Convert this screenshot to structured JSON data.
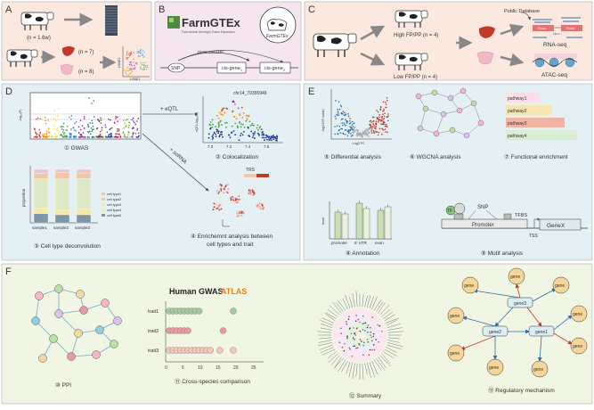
{
  "panels": {
    "A": {
      "letter": "A",
      "n_total": "(n = 1.6w)",
      "n_liver": "(n = 7)",
      "n_udder": "(n = 8)",
      "tsne_x": "t-SNE1",
      "tsne_y": "t-SNE2"
    },
    "B": {
      "letter": "B",
      "logo_title": "FarmGTEx",
      "logo_subtitle": "Farm Animal Genotype-Tissue Expression",
      "badge_text": "FarmGTEx",
      "distance_label": "Distance≤1Mb",
      "snp": "SNP",
      "cis_gene_1": "cis-gene",
      "cis_gene_2": "cis-gene",
      "sub_1": "1",
      "sub_2": "2"
    },
    "C": {
      "letter": "C",
      "high_group": "High FP/PP (n = 4)",
      "low_group": "Low FP/PP (n = 4)",
      "public_db": "Public Database",
      "exon_left": "Exon",
      "intron": "Intron",
      "exon_right": "Exon",
      "rna_seq": "RNA-seq",
      "atac_seq": "ATAC-seq"
    },
    "D": {
      "letter": "D",
      "gwas_label": "① GWAS",
      "gwas_ylabel": "-log₁₀(P)",
      "eqtl_arrow": "+ eQTL",
      "scrna_arrow": "+ scRNA",
      "coloc_peak": "chr14_70355946",
      "coloc_ylabel": "eQTL-log₁₀(P)",
      "coloc_xticks": [
        "7.0",
        "7.2",
        "7.4",
        "7.6"
      ],
      "coloc_label": "② Colocalization",
      "deconv_label": "③ Cell type deconvolution",
      "deconv_ylabel": "proportion",
      "samples": [
        "sample1",
        "sample2",
        "sample3"
      ],
      "cell_types": [
        "cell type1",
        "cell type2",
        "cell type3",
        "cell type4",
        "cell type5"
      ],
      "trs_label": "TRS",
      "enrich_label_1": "④ Enrichemnt analysis between",
      "enrich_label_2": "cell types and  trait"
    },
    "E": {
      "letter": "E",
      "volcano_xlabel": "Log2 FC",
      "volcano_ylabel": "-log⁽10⁾(P-value)",
      "diff_label": "⑤ Differential analysis",
      "wgcna_label": "⑥ WGCNA analysis",
      "pathways": [
        "pathway1",
        "pathway2",
        "pathway3",
        "pathway4"
      ],
      "func_label": "⑦ Functional enrichment",
      "anno_ylabel": "level",
      "anno_categories": [
        "promoter",
        "5' UTR",
        "exon"
      ],
      "anno_label": "⑧ Annotation",
      "tf": "TF",
      "snp": "SNP",
      "tfbs": "TFBS",
      "promoter": "Promoter",
      "genex": "GeneX",
      "tss": "TSS",
      "motif_label": "⑨ Motif analysis"
    },
    "F": {
      "letter": "F",
      "ppi_label": "⑩ PPI",
      "atlas_prefix": "Human GWAS",
      "atlas_suffix": "ATLAS",
      "traits": [
        "trait1",
        "trait2",
        "trait3"
      ],
      "xticks": [
        "0",
        "5",
        "10",
        "15",
        "20",
        "25"
      ],
      "cross_label": "⑪ Cross-species comparison",
      "summary_label": "⑫ Summary",
      "gene": "gene",
      "gene1": "gene1",
      "gene2": "gene2",
      "gene3": "gene3",
      "reg_label": "⑬ Regulatory mechanism"
    }
  },
  "colors": {
    "panel_A": "#fbe9e0",
    "panel_B": "#f4e5ee",
    "panel_C": "#fbe9e0",
    "panel_D": "#e4f0f4",
    "panel_E": "#e4f0f4",
    "panel_F": "#f1f6e4",
    "accent_red": "#d9534f",
    "accent_blue": "#2d6da3"
  }
}
